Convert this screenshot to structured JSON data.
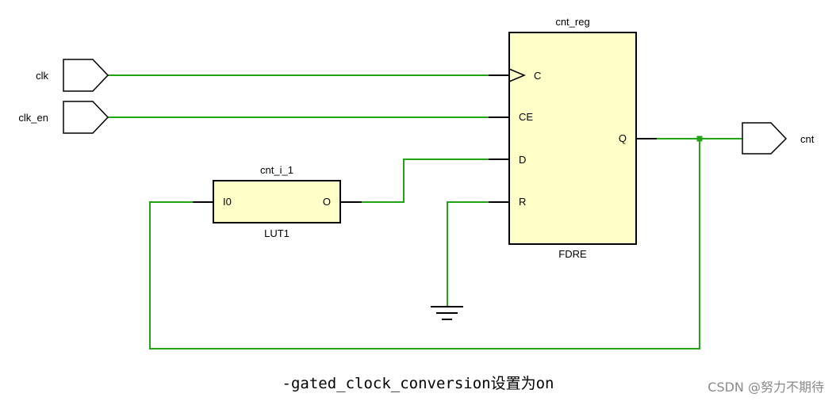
{
  "ports": {
    "clk": "clk",
    "clk_en": "clk_en",
    "cnt": "cnt"
  },
  "register": {
    "instance_name": "cnt_reg",
    "cell_type": "FDRE",
    "pins": {
      "c": "C",
      "ce": "CE",
      "d": "D",
      "r": "R",
      "q": "Q"
    }
  },
  "lut": {
    "instance_name": "cnt_i_1",
    "cell_type": "LUT1",
    "pins": {
      "i0": "I0",
      "o": "O"
    }
  },
  "caption": "-gated_clock_conversion设置为on",
  "watermark": "CSDN @努力不期待",
  "colors": {
    "wire": "#22a514",
    "cell_fill": "#ffffc8",
    "outline": "#000000"
  }
}
